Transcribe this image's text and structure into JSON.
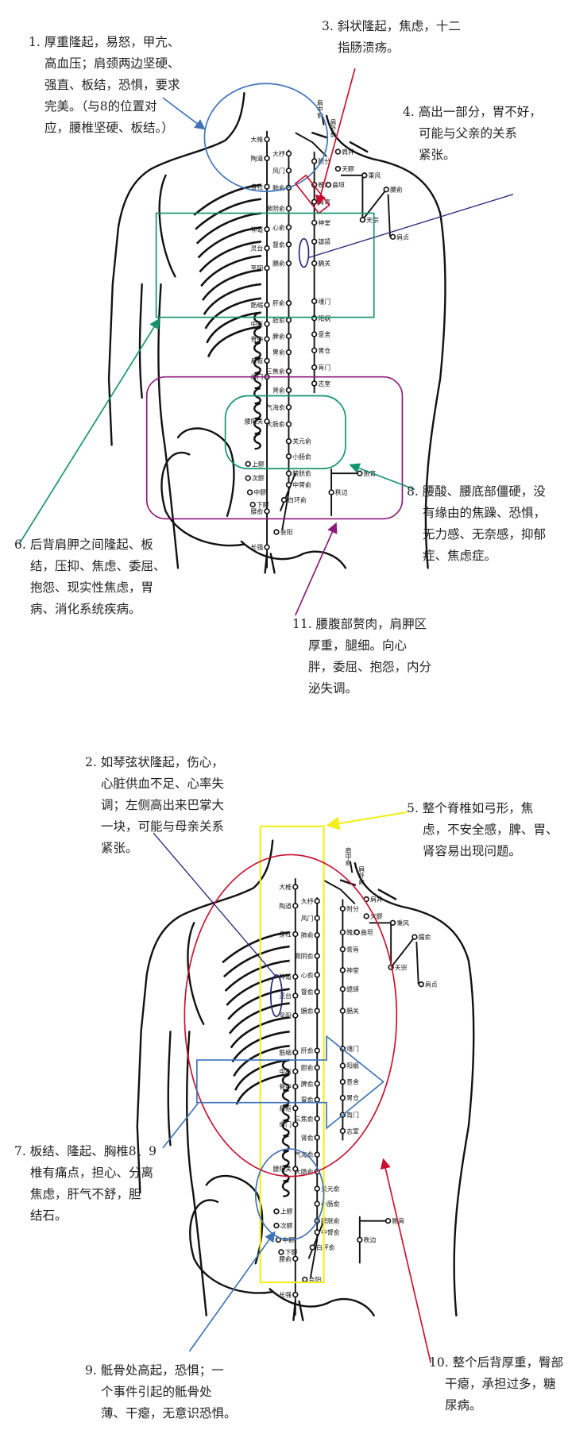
{
  "colors": {
    "blue": "#3f73b8",
    "red": "#c8102e",
    "navy": "#23267a",
    "green": "#14936b",
    "purple": "#8a1a7c",
    "yellow": "#f2ef1a",
    "ink": "#111111"
  },
  "acupoints": [
    "大椎",
    "陶道",
    "身柱",
    "神道",
    "灵台",
    "至阳",
    "筋缩",
    "中枢",
    "脊中",
    "悬枢",
    "命门",
    "腰阳关",
    "上髎",
    "次髎",
    "中髎",
    "下髎",
    "腰俞",
    "长强",
    "大杼",
    "风门",
    "肺俞",
    "厥阴俞",
    "心俞",
    "督俞",
    "膈俞",
    "肝俞",
    "胆俞",
    "脾俞",
    "胃俞",
    "三焦俞",
    "肾俞",
    "气海俞",
    "大肠俞",
    "关元俞",
    "小肠俞",
    "膀胱俞",
    "中膂俞",
    "白环俞",
    "会阳",
    "附分",
    "魄户",
    "膏肓",
    "神堂",
    "譩譆",
    "膈关",
    "魂门",
    "阳纲",
    "意舍",
    "胃仓",
    "肓门",
    "志室",
    "胞肓",
    "秩边",
    "肩中俞",
    "肩外俞",
    "肩井",
    "天髎",
    "曲垣",
    "秉风",
    "臑俞",
    "天宗",
    "肩贞"
  ],
  "notes": {
    "n1": [
      "1. 厚重隆起，易怒，甲亢、",
      "高血压；肩颈两边坚硬、",
      "强直、板结，恐惧，要求",
      "完美。（与8的位置对",
      "应，腰椎坚硬、板结。）"
    ],
    "n3": [
      "3. 斜状隆起，焦虑，十二",
      "指肠溃疡。"
    ],
    "n4": [
      "4. 高出一部分，胃不好，",
      "可能与父亲的关系",
      "紧张。"
    ],
    "n6": [
      "6. 后背肩胛之间隆起、板",
      "结，压抑、焦虑、委屈、",
      "抱怨、现实性焦虑，胃",
      "病、消化系统疾病。"
    ],
    "n8": [
      "8. 腰酸、腰底部僵硬，没",
      "有缘由的焦躁、恐惧，",
      "无力感、无奈感，抑郁",
      "症、焦虑症。"
    ],
    "n11": [
      "11. 腰腹部赘肉，肩胛区",
      "厚重，腿细。向心",
      "胖，委屈、抱怨，内分",
      "泌失调。"
    ],
    "n2": [
      "2. 如琴弦状隆起，伤心，",
      "心脏供血不足、心率失",
      "调；左侧高出来巴掌大",
      "一块，可能与母亲关系",
      "紧张。"
    ],
    "n5": [
      "5. 整个脊椎如弓形，焦",
      "虑，不安全感，脾、胃、",
      "肾容易出现问题。"
    ],
    "n7": [
      "7. 板结、隆起、胸椎8、9",
      "椎有痛点，担心、分离",
      "焦虑，肝气不舒，胆",
      "结石。"
    ],
    "n9": [
      "9. 骶骨处高起，恐惧；一",
      "个事件引起的骶骨处",
      "薄、干瘪，无意识恐惧。"
    ],
    "n10": [
      "10. 整个后背厚重，臀部",
      "干瘪，承担过多，糖",
      "尿病。"
    ]
  }
}
